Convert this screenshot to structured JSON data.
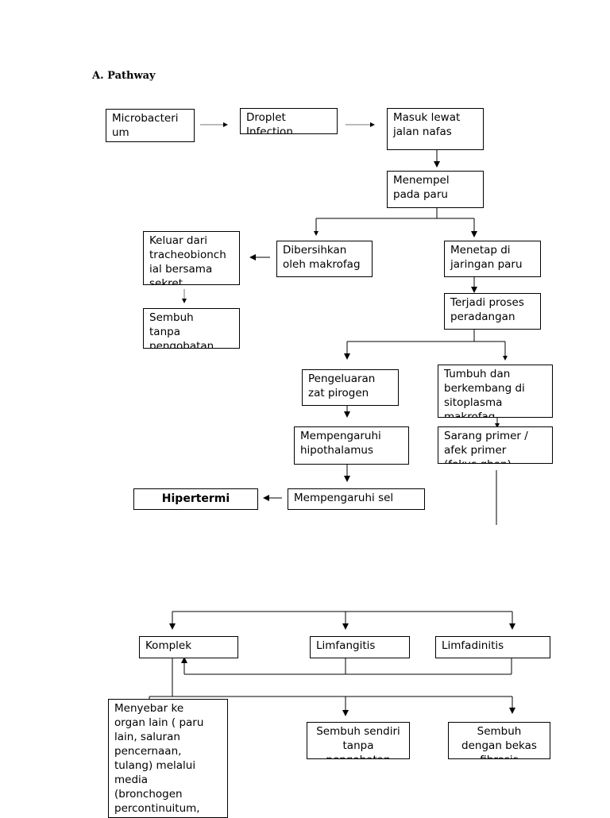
{
  "heading": "A.  Pathway",
  "nodes": {
    "microbacterium": "Microbacteri\num",
    "droplet_infection": "Droplet\nInfection",
    "masuk_lewat_jalan_nafas": "Masuk lewat\njalan nafas",
    "menempel_pada_paru": "Menempel\npada paru",
    "keluar_dari_tracheobionchial": "Keluar dari\ntracheobionch\nial bersama\nsekret",
    "dibersihkan_oleh_makrofag": "Dibersihkan\noleh makrofag",
    "menetap_di_jaringan_paru": "Menetap di\njaringan paru",
    "sembuh_tanpa_pengobatan": "Sembuh\ntanpa\npengobatan",
    "terjadi_proses_peradangan": "Terjadi proses\nperadangan",
    "pengeluaran_zat_pirogen": "Pengeluaran\nzat pirogen",
    "tumbuh_dan_berkembang": "Tumbuh dan\nberkembang di\nsitoplasma\nmakrofag",
    "mempengaruhi_hipothalamus": "Mempengaruhi\nhipothalamus",
    "sarang_primer": "Sarang primer /\nafek primer\n(fokus ghon)",
    "hipertermi": "Hipertermi",
    "mempengaruhi_sel": "Mempengaruhi sel",
    "komplek": "Komplek",
    "limfangitis": "Limfangitis",
    "limfadinitis": "Limfadinitis",
    "menyebar_ke_organ_lain": "Menyebar ke\norgan lain ( paru\nlain, saluran\npencernaan,\ntulang) melalui\nmedia\n(bronchogen\npercontinuitum,",
    "sembuh_sendiri_tanpa": "Sembuh sendiri\ntanpa\npengobatan",
    "sembuh_dengan_bekas": "Sembuh\ndengan bekas\nfibrosis"
  }
}
